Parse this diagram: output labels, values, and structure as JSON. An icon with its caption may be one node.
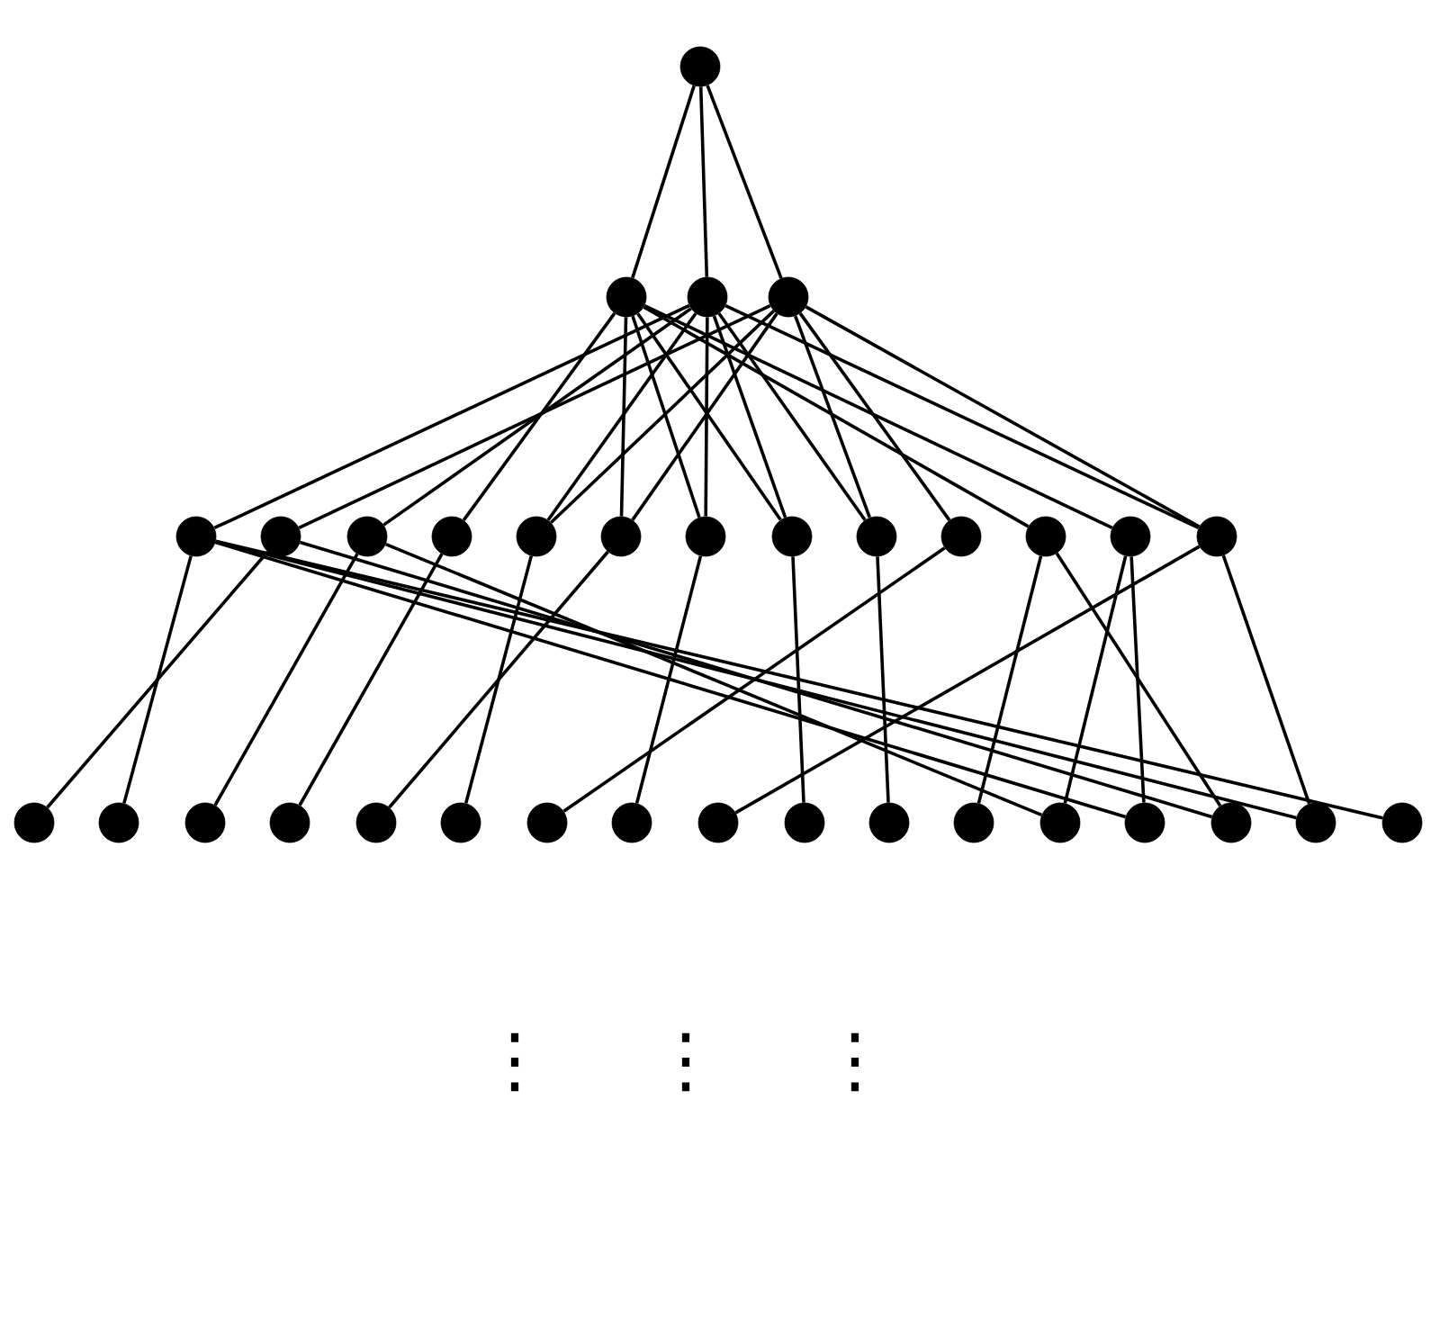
{
  "diagram": {
    "nodes": [
      {
        "text": [],
        "shape": "circle"
      },
      {
        "text": [],
        "shape": "circle"
      },
      {
        "text": [],
        "shape": "circle"
      },
      {
        "text": [],
        "shape": "circle"
      },
      {
        "text": [],
        "shape": "circle"
      },
      {
        "text": [],
        "shape": "circle"
      },
      {
        "text": [],
        "shape": "circle"
      },
      {
        "text": [],
        "shape": "circle"
      },
      {
        "text": [],
        "shape": "circle"
      },
      {
        "text": [],
        "shape": "circle"
      },
      {
        "text": [],
        "shape": "circle"
      },
      {
        "text": [],
        "shape": "circle"
      },
      {
        "text": [],
        "shape": "circle"
      },
      {
        "text": [],
        "shape": "circle"
      },
      {
        "text": [],
        "shape": "circle"
      },
      {
        "text": [],
        "shape": "circle"
      },
      {
        "text": [],
        "shape": "circle"
      },
      {
        "text": [],
        "shape": "circle"
      },
      {
        "text": [],
        "shape": "circle"
      },
      {
        "text": [],
        "shape": "circle"
      },
      {
        "text": [],
        "shape": "circle"
      },
      {
        "text": [],
        "shape": "circle"
      },
      {
        "text": [],
        "shape": "circle"
      },
      {
        "text": [],
        "shape": "circle"
      },
      {
        "text": [],
        "shape": "circle"
      },
      {
        "text": [],
        "shape": "circle"
      },
      {
        "text": [],
        "shape": "circle"
      },
      {
        "text": [],
        "shape": "circle"
      },
      {
        "text": [],
        "shape": "circle"
      },
      {
        "text": [],
        "shape": "circle"
      },
      {
        "text": [],
        "shape": "circle"
      },
      {
        "text": [],
        "shape": "circle"
      },
      {
        "text": [],
        "shape": "circle"
      },
      {
        "text": [],
        "shape": "circle"
      }
    ],
    "edges": [
      {
        "from": 0,
        "to": 1,
        "arrow": "none"
      },
      {
        "from": 0,
        "to": 2,
        "arrow": "none"
      },
      {
        "from": 0,
        "to": 3,
        "arrow": "none"
      },
      {
        "from": 1,
        "to": 7,
        "arrow": "none"
      },
      {
        "from": 1,
        "to": 9,
        "arrow": "none"
      },
      {
        "from": 1,
        "to": 10,
        "arrow": "none"
      },
      {
        "from": 1,
        "to": 11,
        "arrow": "none"
      },
      {
        "from": 1,
        "to": 14,
        "arrow": "none"
      },
      {
        "from": 1,
        "to": 15,
        "arrow": "none"
      },
      {
        "from": 2,
        "to": 4,
        "arrow": "none"
      },
      {
        "from": 2,
        "to": 6,
        "arrow": "none"
      },
      {
        "from": 2,
        "to": 8,
        "arrow": "none"
      },
      {
        "from": 2,
        "to": 10,
        "arrow": "none"
      },
      {
        "from": 2,
        "to": 11,
        "arrow": "none"
      },
      {
        "from": 2,
        "to": 12,
        "arrow": "none"
      },
      {
        "from": 2,
        "to": 16,
        "arrow": "none"
      },
      {
        "from": 3,
        "to": 5,
        "arrow": "none"
      },
      {
        "from": 3,
        "to": 8,
        "arrow": "none"
      },
      {
        "from": 3,
        "to": 9,
        "arrow": "none"
      },
      {
        "from": 3,
        "to": 12,
        "arrow": "none"
      },
      {
        "from": 3,
        "to": 13,
        "arrow": "none"
      },
      {
        "from": 3,
        "to": 16,
        "arrow": "none"
      },
      {
        "from": 4,
        "to": 18,
        "arrow": "none"
      },
      {
        "from": 4,
        "to": 30,
        "arrow": "none"
      },
      {
        "from": 4,
        "to": 32,
        "arrow": "none"
      },
      {
        "from": 4,
        "to": 33,
        "arrow": "none"
      },
      {
        "from": 5,
        "to": 17,
        "arrow": "none"
      },
      {
        "from": 5,
        "to": 31,
        "arrow": "none"
      },
      {
        "from": 6,
        "to": 19,
        "arrow": "none"
      },
      {
        "from": 6,
        "to": 29,
        "arrow": "none"
      },
      {
        "from": 7,
        "to": 20,
        "arrow": "none"
      },
      {
        "from": 8,
        "to": 22,
        "arrow": "none"
      },
      {
        "from": 9,
        "to": 21,
        "arrow": "none"
      },
      {
        "from": 10,
        "to": 24,
        "arrow": "none"
      },
      {
        "from": 11,
        "to": 26,
        "arrow": "none"
      },
      {
        "from": 12,
        "to": 27,
        "arrow": "none"
      },
      {
        "from": 13,
        "to": 23,
        "arrow": "none"
      },
      {
        "from": 14,
        "to": 28,
        "arrow": "none"
      },
      {
        "from": 14,
        "to": 31,
        "arrow": "none"
      },
      {
        "from": 15,
        "to": 29,
        "arrow": "none"
      },
      {
        "from": 15,
        "to": 30,
        "arrow": "none"
      },
      {
        "from": 16,
        "to": 25,
        "arrow": "none"
      },
      {
        "from": 16,
        "to": 32,
        "arrow": "none"
      }
    ],
    "labels": [
      "⋮",
      "⋮",
      "⋮"
    ]
  }
}
